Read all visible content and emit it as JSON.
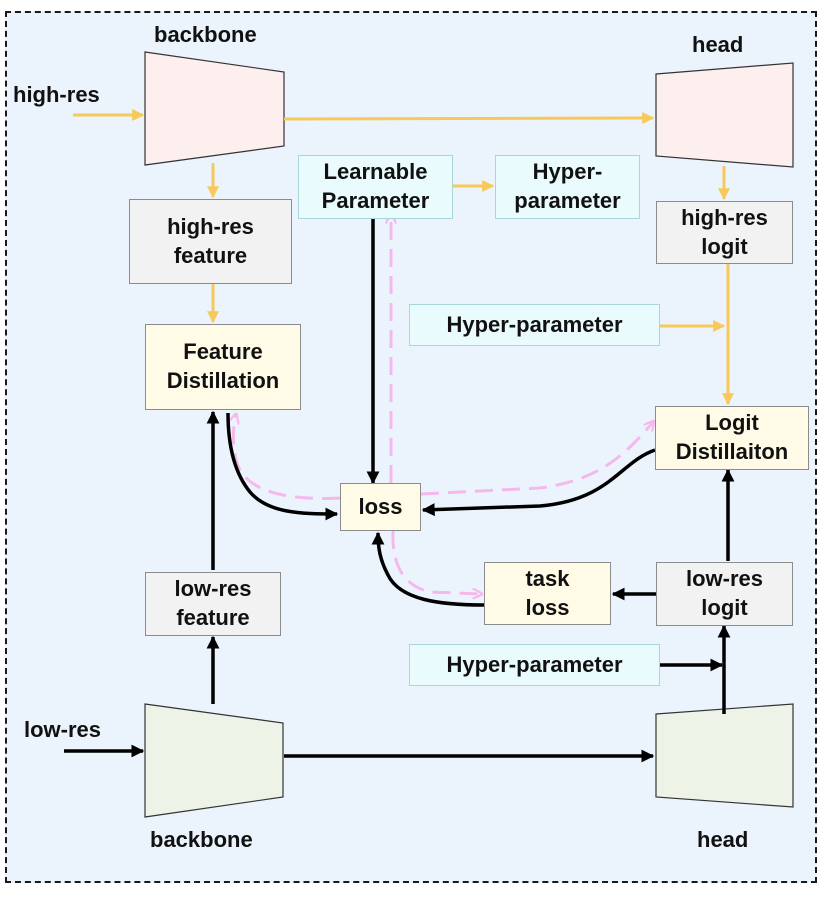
{
  "labels": {
    "backbone_top": "backbone",
    "head_top": "head",
    "high_res_input": "high-res",
    "low_res_input": "low-res",
    "backbone_bottom": "backbone",
    "head_bottom": "head"
  },
  "boxes": {
    "learnable_parameter": [
      "Learnable",
      "Parameter"
    ],
    "hyper_parameter_top": [
      "Hyper-",
      "parameter"
    ],
    "high_res_feature": [
      "high-res",
      "feature"
    ],
    "high_res_logit": [
      "high-res",
      "logit"
    ],
    "hyper_parameter_mid": [
      "Hyper-parameter"
    ],
    "feature_distillation": [
      "Feature",
      "Distillation"
    ],
    "logit_distillation": [
      "Logit",
      "Distillaiton"
    ],
    "loss": [
      "loss"
    ],
    "task_loss": [
      "task",
      "loss"
    ],
    "low_res_logit": [
      "low-res",
      "logit"
    ],
    "low_res_feature": [
      "low-res",
      "feature"
    ],
    "hyper_parameter_bottom": [
      "Hyper-parameter"
    ]
  },
  "colors": {
    "background": "#ebf4fd",
    "high_res_arrow": "#f7c85a",
    "low_res_arrow": "#000000",
    "gradient_dashed": "#f5b8ec",
    "high_res_block": "#fcefee",
    "low_res_block": "#eef3e8",
    "gray_box": "#f2f2f2",
    "cream_box": "#fffbe6",
    "cyan_box": "#e9fbfc"
  }
}
